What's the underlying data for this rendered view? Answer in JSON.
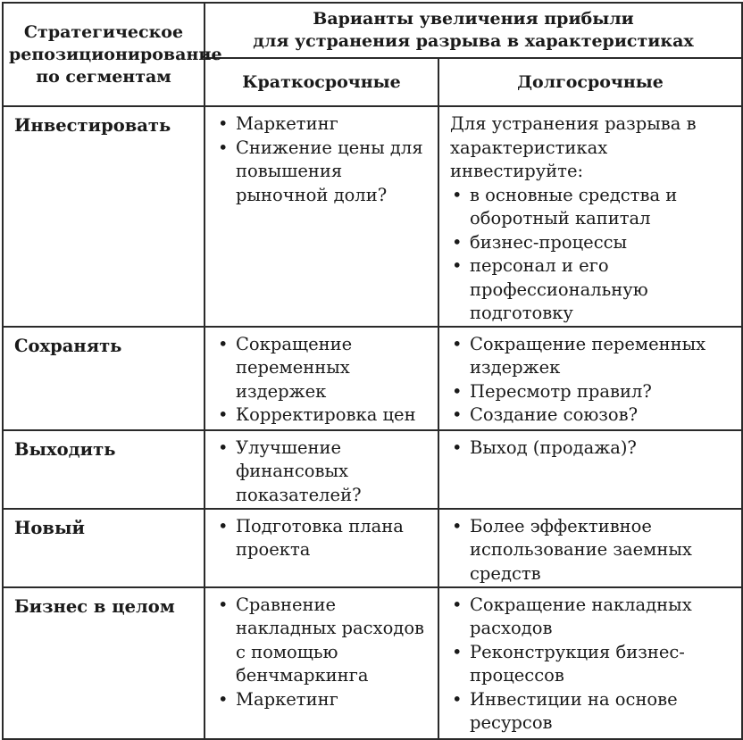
{
  "header": {
    "segment_col": "Стратегическое репозиционирование по сегментам",
    "options_title_line1": "Варианты увеличения прибыли",
    "options_title_line2": "для устранения разрыва в характеристиках",
    "short_term": "Краткосрочные",
    "long_term": "Долгосрочные"
  },
  "rows": [
    {
      "segment": "Инвестировать",
      "short": [
        "Маркетинг",
        "Снижение цены для повышения рыночной доли?"
      ],
      "long_intro": "Для устранения разрыва в характеристиках инвестируйте:",
      "long": [
        "в основные средства и оборотный капитал",
        "бизнес-процессы",
        "персонал и его профессиональную подготовку"
      ]
    },
    {
      "segment": "Сохранять",
      "short": [
        "Сокращение переменных издержек",
        "Корректировка цен"
      ],
      "long_intro": "",
      "long": [
        "Сокращение переменных издержек",
        "Пересмотр правил?",
        "Создание союзов?"
      ]
    },
    {
      "segment": "Выходить",
      "short": [
        "Улучшение финансовых показателей?"
      ],
      "long_intro": "",
      "long": [
        "Выход (продажа)?"
      ]
    },
    {
      "segment": "Новый",
      "short": [
        "Подготовка плана проекта"
      ],
      "long_intro": "",
      "long": [
        "Более эффективное использование заемных средств"
      ]
    },
    {
      "segment": "Бизнес в целом",
      "short": [
        "Сравнение накладных расходов с помощью бенчмаркинга",
        "Маркетинг"
      ],
      "long_intro": "",
      "long": [
        "Сокращение накладных расходов",
        "Реконструкция бизнес-процессов",
        "Инвестиции на основе ресурсов"
      ]
    }
  ]
}
